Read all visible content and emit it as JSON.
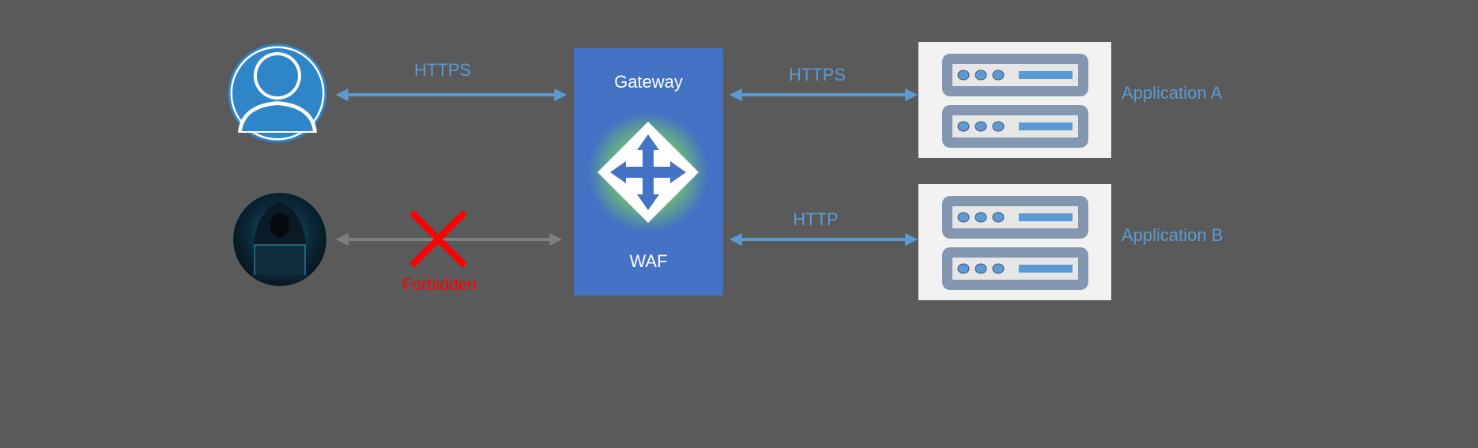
{
  "diagram": {
    "gateway": {
      "title": "Gateway",
      "subtitle": "WAF"
    },
    "connections": {
      "user_to_gateway": "HTTPS",
      "gateway_to_app_a": "HTTPS",
      "gateway_to_app_b": "HTTP",
      "attacker_blocked": "Forbidden"
    },
    "applications": [
      {
        "label": "Application A"
      },
      {
        "label": "Application B"
      }
    ],
    "colors": {
      "background": "#5a5a5a",
      "gateway": "#4472c4",
      "arrow_allowed": "#5b9bd5",
      "arrow_blocked": "#7f7f7f",
      "forbidden": "#ff0000",
      "server_body": "#8497b0",
      "server_panel": "#f2f2f2"
    },
    "icons": {
      "user": "user-avatar-icon",
      "attacker": "hooded-hacker-icon",
      "gateway": "four-way-arrow-icon",
      "blocked": "red-x-icon",
      "server": "server-rack-icon"
    }
  }
}
